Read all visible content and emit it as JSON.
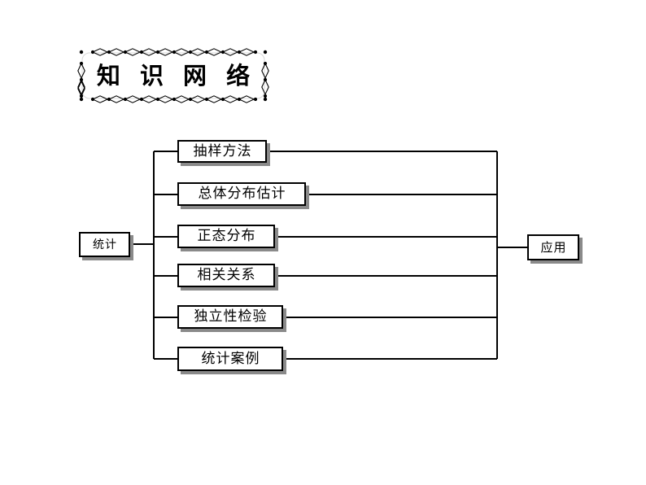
{
  "page": {
    "background_color": "#ffffff",
    "line_color": "#000000",
    "shadow_color": "#8a8a8a"
  },
  "title_banner": {
    "text": "知 识 网 络",
    "border_style": "diamond-dot-chain",
    "border_color": "#000000"
  },
  "diagram": {
    "type": "tree-bracket",
    "root": {
      "label": "统计"
    },
    "result": {
      "label": "应用"
    },
    "branches": [
      {
        "label": "抽样方法"
      },
      {
        "label": "总体分布估计"
      },
      {
        "label": "正态分布"
      },
      {
        "label": "相关关系"
      },
      {
        "label": "独立性检验"
      },
      {
        "label": "统计案例"
      }
    ]
  }
}
